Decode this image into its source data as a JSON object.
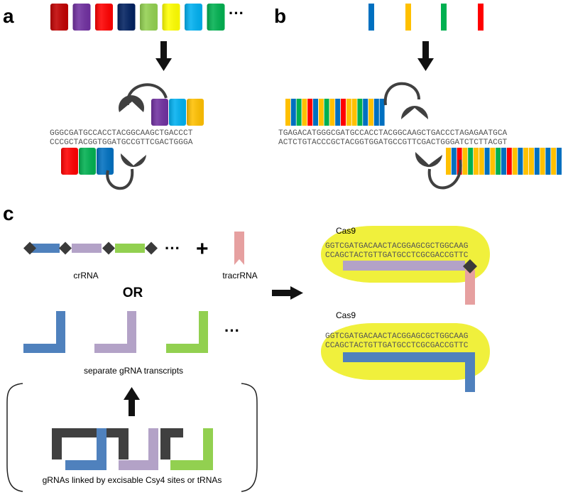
{
  "panels": {
    "a": {
      "letter": "a",
      "ellipsis": "···",
      "seq_top": "GGGCGATGCCACCTACGGCAAGCTGACCCT",
      "seq_bottom": "CCCGCTACGGTGGATGCCGTTCGACTGGGA"
    },
    "b": {
      "letter": "b",
      "seq_top": "TGAGACATGGGCGATGCCACCTACGGCAAGCTGACCCTAGAGAATGCA",
      "seq_bottom": "ACTCTGTACCCGCTACGGTGGATGCCGTTCGACTGGGATCTCTTACGT"
    },
    "c": {
      "letter": "c",
      "crrna_label": "crRNA",
      "tracrrna_label": "tracrRNA",
      "plus": "+",
      "ellipsis": "···",
      "or_label": "OR",
      "separate_label": "separate gRNA transcripts",
      "linked_label": "gRNAs linked by excisable Csy4 sites or tRNAs",
      "cas9_top": {
        "label": "Cas9",
        "seq_top": "GGTCGATGACAACTACGGAGCGCTGGCAAG",
        "seq_bottom": "CCAGCTACTGTTGATGCCTCGCGACCGTTC"
      },
      "cas9_bottom": {
        "label": "Cas9",
        "seq_top": "GGTCGATGACAACTACGGAGCGCTGGCAAG",
        "seq_bottom": "CCAGCTACTGTTGATGCCTCGCGACCGTTC"
      }
    }
  },
  "colors": {
    "dark_red": "#c00000",
    "purple": "#7030a0",
    "red": "#ff0000",
    "navy": "#002060",
    "light_green": "#92d050",
    "yellow": "#ffff00",
    "sky_blue": "#00b0f0",
    "green": "#00b050",
    "blue": "#0070c0",
    "orange": "#ffc000",
    "grna_blue": "#4f81bd",
    "grna_lavender": "#b3a2c7",
    "grna_green": "#92d050",
    "tracr_pink": "#e6a0a0",
    "cas9_yellow": "#f0f03c",
    "dark_gray": "#404040",
    "diamond": "#3a3a3a"
  }
}
